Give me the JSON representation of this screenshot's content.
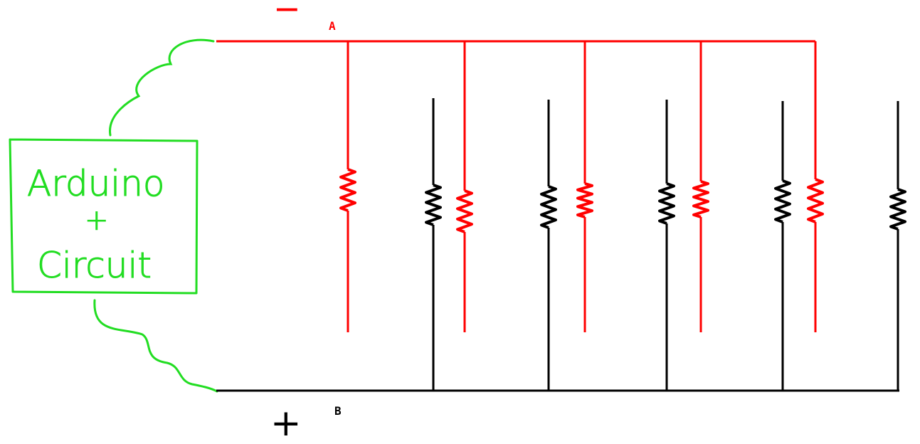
{
  "colors": {
    "negative": "#ff0000",
    "positive": "#000000",
    "controller": "#22dd22",
    "background": "#ffffff"
  },
  "controller": {
    "line1": "Arduino",
    "line2": "+",
    "line3": "Circuit"
  },
  "rails": {
    "negative_symbol": "−",
    "negative_label": "A",
    "positive_symbol": "+",
    "positive_label": "B"
  },
  "branches": {
    "negative_count": 5,
    "positive_count": 5
  }
}
